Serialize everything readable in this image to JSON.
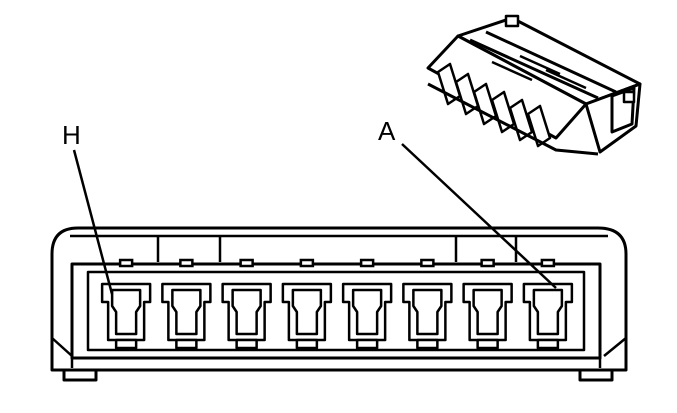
{
  "callouts": {
    "pin_a": "A",
    "pin_h": "H"
  },
  "connector": {
    "cavity_count": 8
  },
  "colors": {
    "line": "#000000",
    "background": "#ffffff"
  }
}
